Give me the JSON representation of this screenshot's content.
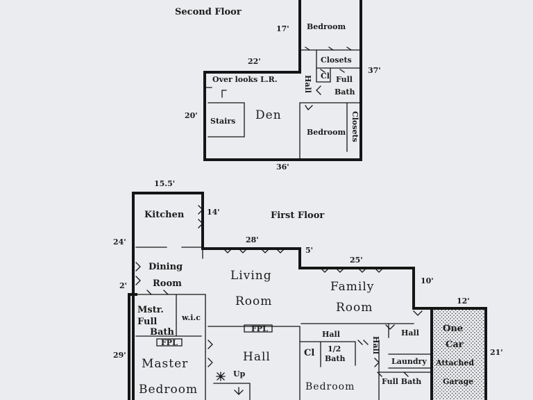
{
  "second_floor": {
    "title": "Second Floor",
    "rooms": {
      "bedroom_top": "Bedroom",
      "closets": "Closets",
      "cl": "Cl",
      "full_bath_1": "Full",
      "full_bath_2": "Bath",
      "hall": "Hall",
      "overlooks": "Over looks L.R.",
      "stairs": "Stairs",
      "den": "Den",
      "bedroom_2": "Bedroom",
      "closets_vertical": "Closets"
    },
    "dimensions": {
      "d17": "17'",
      "d22": "22'",
      "d37": "37'",
      "d20": "20'",
      "d36": "36'"
    }
  },
  "first_floor": {
    "title": "First Floor",
    "rooms": {
      "kitchen": "Kitchen",
      "dining_1": "Dining",
      "dining_2": "Room",
      "living_1": "Living",
      "living_2": "Room",
      "family_1": "Family",
      "family_2": "Room",
      "mstr_1": "Mstr.",
      "mstr_2": "Full",
      "mstr_3": "Bath",
      "wic": "w.i.c",
      "fpl_left": "FPL",
      "fpl_center": "FPL",
      "master_1": "Master",
      "master_2": "Bedroom",
      "hall_center": "Hall",
      "up": "Up",
      "hall_small": "Hall",
      "cl": "Cl",
      "half_bath_1": "1/2",
      "half_bath_2": "Bath",
      "bedroom": "Bedroom",
      "hall_vertical": "Hall",
      "hall_right": "Hall",
      "laundry": "Laundry",
      "full_bath": "Full Bath",
      "garage_1": "One",
      "garage_2": "Car",
      "garage_3": "Attached",
      "garage_4": "Garage"
    },
    "dimensions": {
      "d15_5": "15.5'",
      "d14": "14'",
      "d24": "24'",
      "d28": "28'",
      "d5": "5'",
      "d25": "25'",
      "d10": "10'",
      "d12": "12'",
      "d2": "2'",
      "d29": "29'",
      "d21": "21'"
    }
  },
  "colors": {
    "background": "#eaecef",
    "ink": "#151515",
    "garage_fill": "#d8d8d8"
  }
}
